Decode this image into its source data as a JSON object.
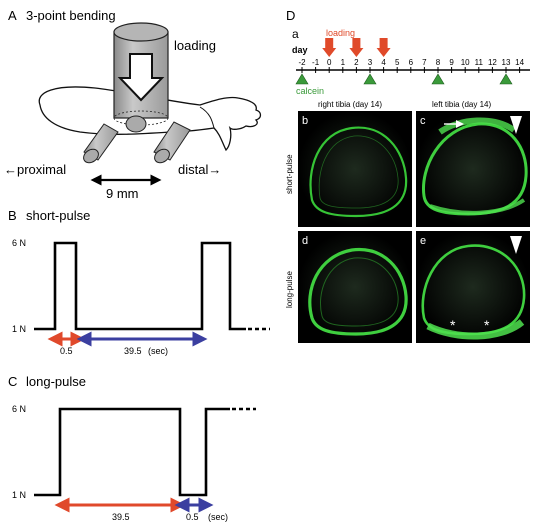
{
  "panelA": {
    "letter": "A",
    "title": "3-point bending",
    "loading_label": "loading",
    "proximal_label": "←proximal",
    "distal_label": "distal→",
    "span_label": "9 mm"
  },
  "panelB": {
    "letter": "B",
    "title": "short-pulse",
    "y_high": "6 N",
    "y_low": "1 N",
    "dur_short": "0.5",
    "dur_long": "39.5",
    "unit": "(sec)"
  },
  "panelC": {
    "letter": "C",
    "title": "long-pulse",
    "y_high": "6 N",
    "y_low": "1 N",
    "dur_long": "39.5",
    "dur_short": "0.5",
    "unit": "(sec)"
  },
  "panelD": {
    "letter": "D",
    "sub_letter": "a",
    "day_label": "day",
    "loading_label": "loading",
    "calcein_label": "calcein",
    "days": [
      "-2",
      "-1",
      "0",
      "1",
      "2",
      "3",
      "4",
      "5",
      "6",
      "7",
      "8",
      "9",
      "10",
      "11",
      "12",
      "13",
      "14"
    ],
    "loading_days": [
      "0",
      "2",
      "4"
    ],
    "calcein_days": [
      "-2",
      "3",
      "8",
      "13"
    ],
    "col_right": "right tibia (day 14)",
    "col_left": "left tibia (day 14)",
    "row_short": "short-pulse",
    "row_long": "long-pulse",
    "img_b": "b",
    "img_c": "c",
    "img_d": "d",
    "img_e": "e",
    "colors": {
      "loading": "#e04a2a",
      "calcein": "#3a9a3a",
      "bone_green": "#3fcf3f"
    }
  },
  "colors": {
    "red_arrow": "#e0492b",
    "blue_arrow": "#3b3fa0"
  }
}
